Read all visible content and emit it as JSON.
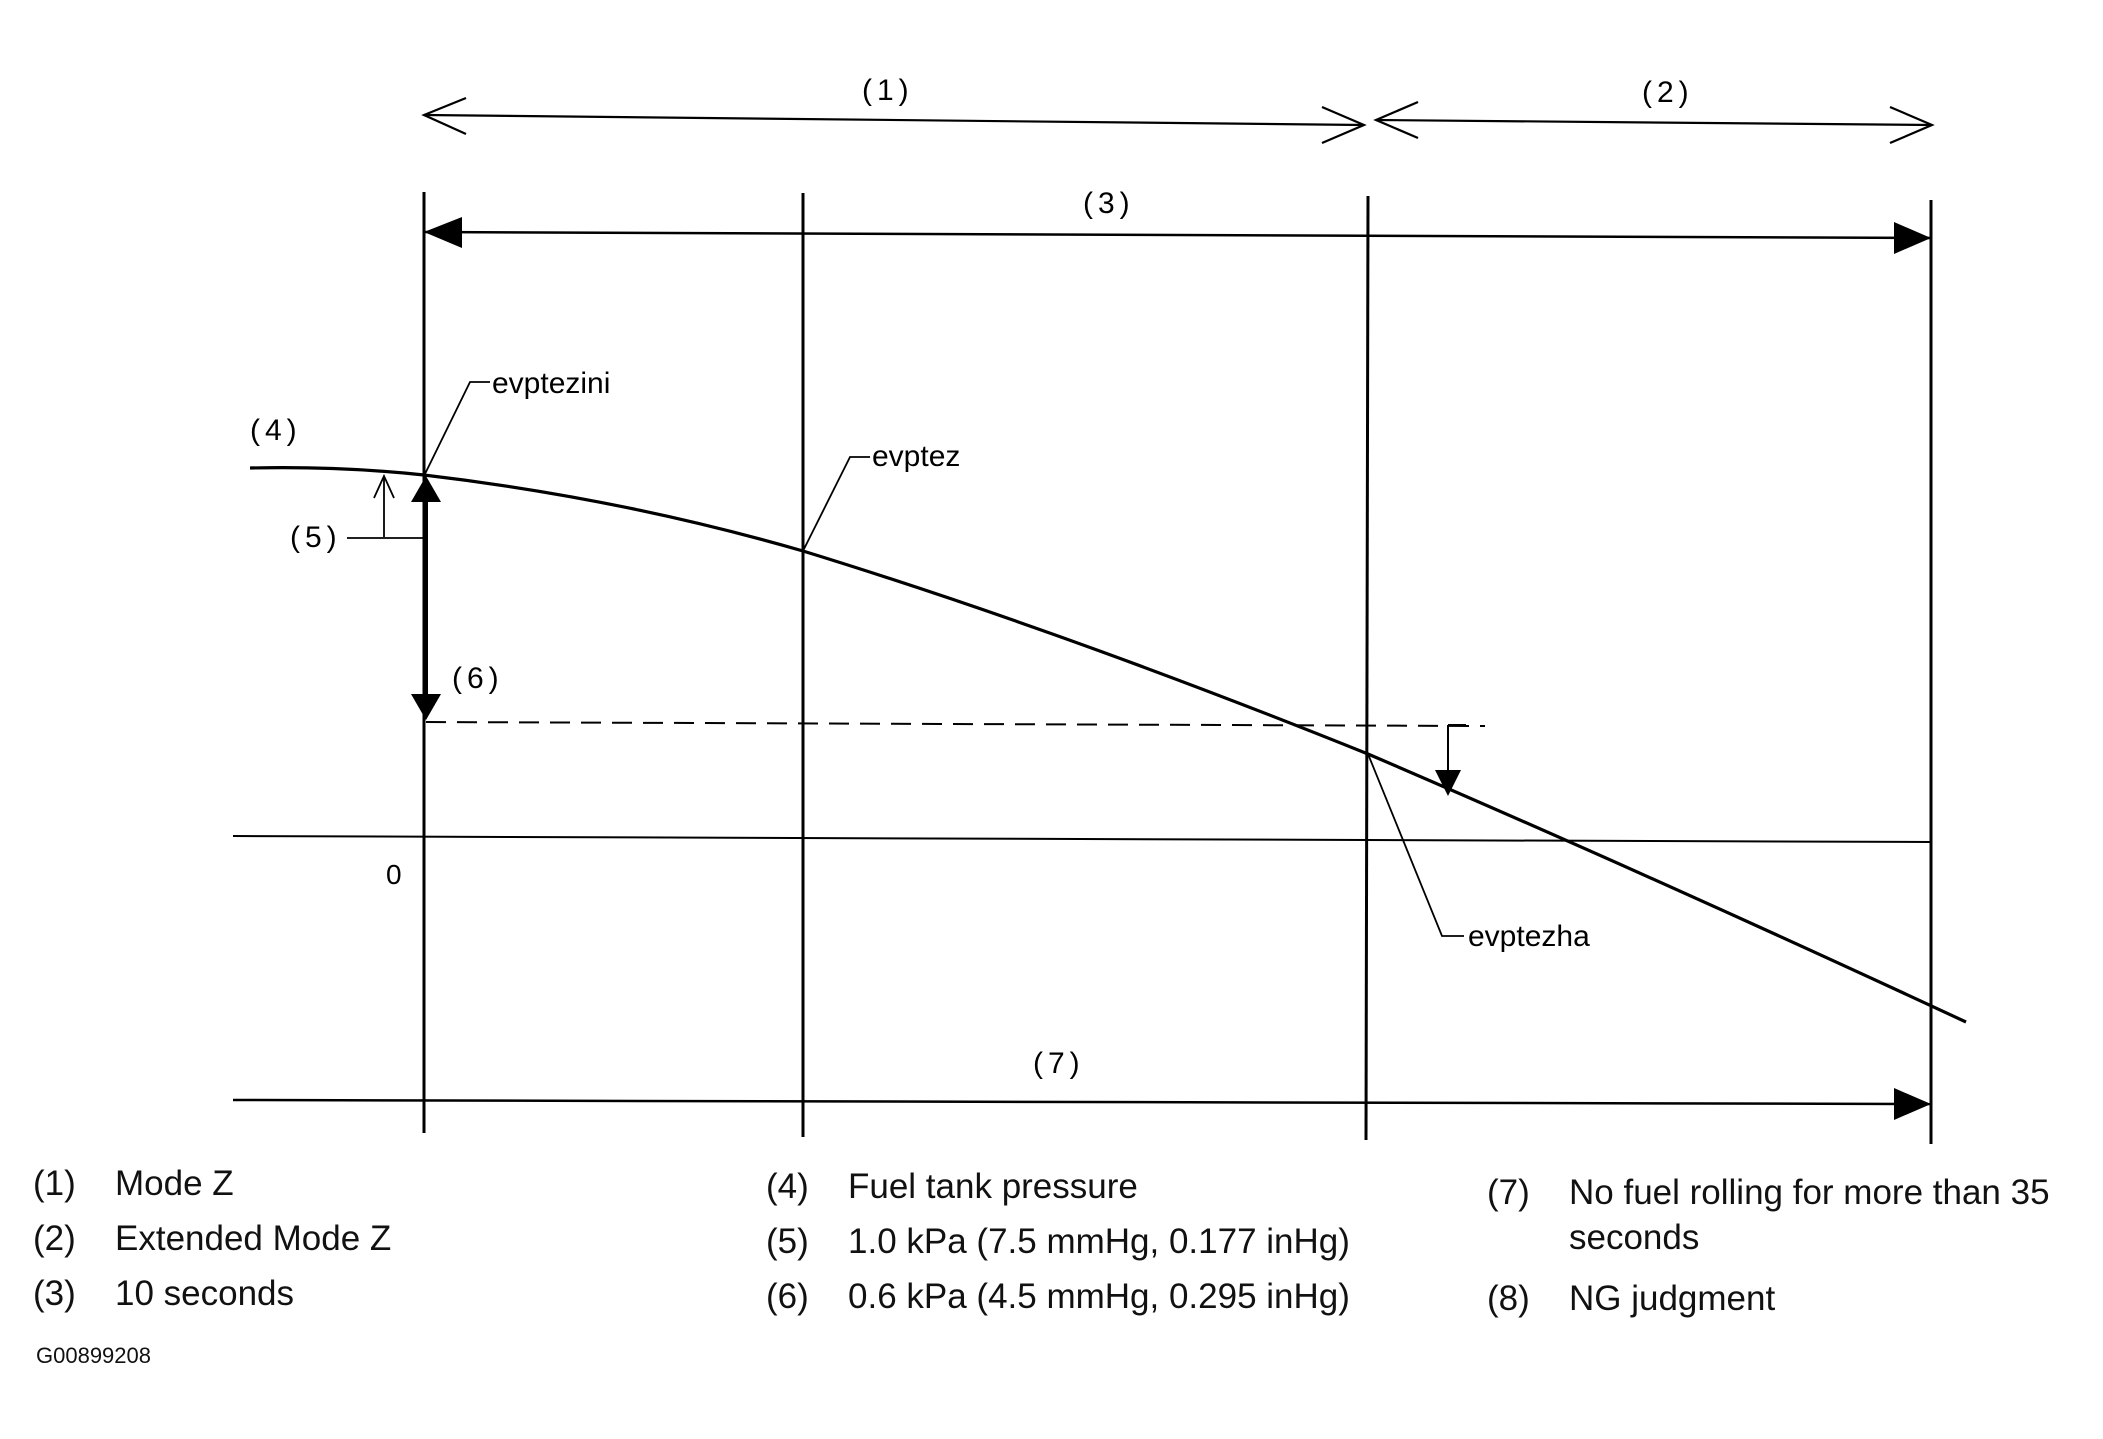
{
  "diagram": {
    "callouts": {
      "c1": "(1)",
      "c2": "(2)",
      "c3": "(3)",
      "c4": "(4)",
      "c5": "(5)",
      "c6": "(6)",
      "c7": "(7)"
    },
    "signals": {
      "initial": "evptezini",
      "mid": "evptez",
      "end": "evptezha"
    },
    "zero_label": "0"
  },
  "legend": {
    "col1": [
      {
        "num": "(1)",
        "text": "Mode Z"
      },
      {
        "num": "(2)",
        "text": "Extended Mode Z"
      },
      {
        "num": "(3)",
        "text": "10 seconds"
      }
    ],
    "col2": [
      {
        "num": "(4)",
        "text": "Fuel tank pressure"
      },
      {
        "num": "(5)",
        "text": "1.0 kPa (7.5 mmHg, 0.177 inHg)"
      },
      {
        "num": "(6)",
        "text": "0.6 kPa (4.5 mmHg, 0.295 inHg)"
      }
    ],
    "col3": [
      {
        "num": "(7)",
        "text": "No fuel rolling for more than 35 seconds"
      },
      {
        "num": "(8)",
        "text": "NG judgment"
      }
    ]
  },
  "figure_id": "G00899208",
  "colors": {
    "ink": "#000000"
  }
}
